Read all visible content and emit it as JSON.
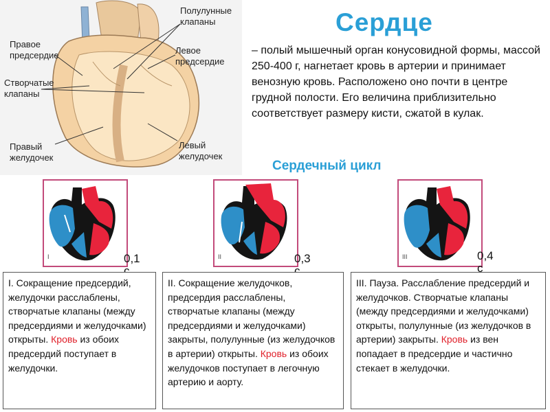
{
  "anatomy": {
    "labels": {
      "right_atrium": "Правое предсердие",
      "semilunar_valves": "Полулунные клапаны",
      "left_atrium": "Левое предсердие",
      "leaflet_valves": "Створчатые клапаны",
      "right_ventricle": "Правый желудочек",
      "left_ventricle": "Левый желудочек"
    }
  },
  "title": "Сердце",
  "description": "– полый мышечный орган конусовидной формы, массой 250-400 г, нагнетает кровь в артерии и принимает венозную кровь. Расположено оно почти в центре грудной полости. Его величина приблизительно соответствует размеру кисти, сжатой в кулак.",
  "cycle_title": "Сердечный цикл",
  "phases": [
    {
      "roman": "I",
      "time": "0,1 с",
      "text_before": "I. Сокращение предсердий, желудочки расслаблены, створчатые клапаны (между предсердиями и желудочками) открыты. ",
      "red_word": "Кровь",
      "text_after": " из обоих предсердий поступает в желудочки."
    },
    {
      "roman": "II",
      "time": "0,3 с",
      "text_before": "II. Сокращение желудочков, предсердия расслаблены, створчатые клапаны (между предсердиями и желудочками) закрыты, полулунные (из желудочков в артерии) открыты. ",
      "red_word": "Кровь",
      "text_after": " из обоих желудочков поступает в легочную артерию и аорту."
    },
    {
      "roman": "III",
      "time": "0,4 с",
      "text_before": "III. Пауза. Расслабление предсердий и желудочков. Створчатые клапаны (между предсердиями и желудочками) открыты, полулунные (из желудочков в артерии) закрыты. ",
      "red_word": "Кровь",
      "text_after": " из вен попадает в предсердие и частично стекает в желудочки."
    }
  ],
  "colors": {
    "accent": "#2a9fd6",
    "highlight": "#e0202a",
    "arterial": "#e8243c",
    "venous": "#2e8fc8",
    "frame": "#c24a7a"
  }
}
